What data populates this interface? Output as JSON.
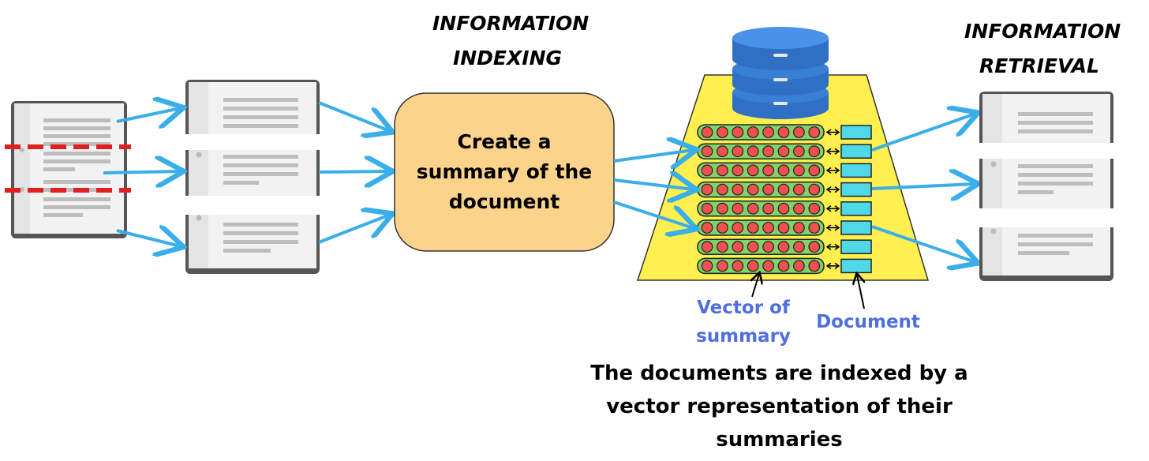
{
  "headings": {
    "indexing": "INFORMATION INDEXING",
    "retrieval": "INFORMATION RETRIEVAL"
  },
  "summary_box": {
    "text": "Create a summary of the document"
  },
  "labels": {
    "vector": "Vector of summary",
    "document": "Document"
  },
  "caption": "The documents are indexed by a vector representation of their summaries",
  "colors": {
    "arrow": "#3aaeea",
    "summary_box": "#fbd38a",
    "trapezoid": "#fff050",
    "vector_bar": "#7fd36a",
    "vector_dot": "#f05050",
    "doc_cell": "#4fd8e8",
    "database": "#3a7fd6",
    "split_line": "#e02020",
    "label": "#4f6fe0"
  },
  "index_rows": 8,
  "vector_length": 8
}
